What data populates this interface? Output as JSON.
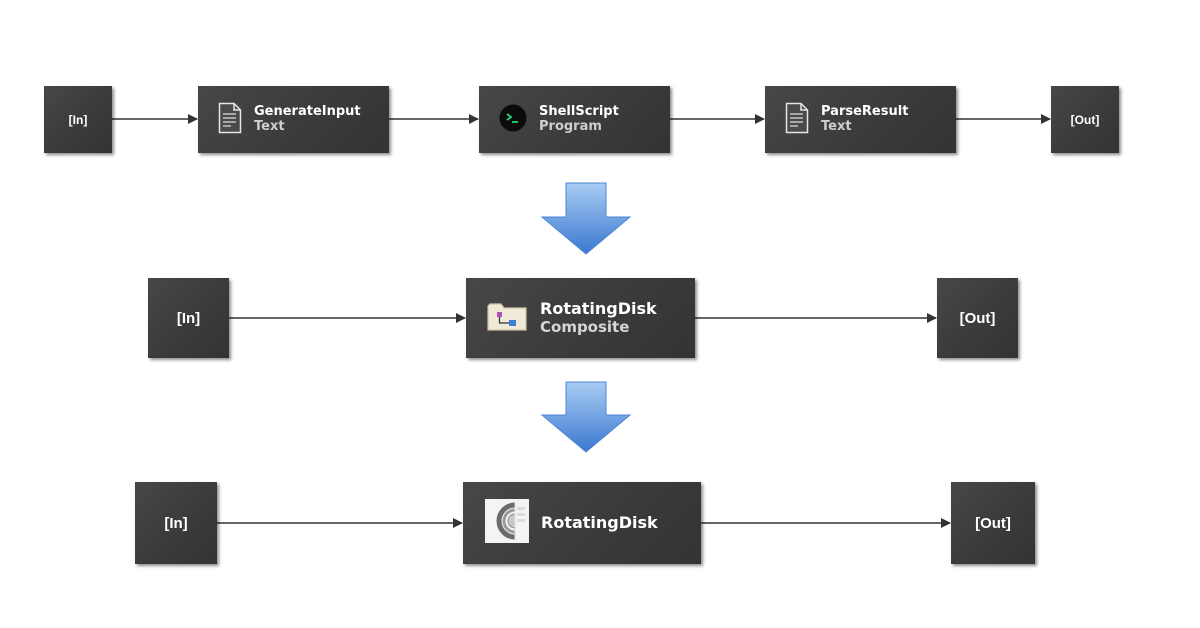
{
  "row1": {
    "in_label": "[In]",
    "out_label": "[Out]",
    "nodes": [
      {
        "title": "GenerateInput",
        "subtitle": "Text",
        "icon": "text-document-icon"
      },
      {
        "title": "ShellScript",
        "subtitle": "Program",
        "icon": "terminal-icon"
      },
      {
        "title": "ParseResult",
        "subtitle": "Text",
        "icon": "text-document-icon"
      }
    ]
  },
  "row2": {
    "in_label": "[In]",
    "out_label": "[Out]",
    "node": {
      "title": "RotatingDisk",
      "subtitle": "Composite",
      "icon": "composite-folder-icon"
    }
  },
  "row3": {
    "in_label": "[In]",
    "out_label": "[Out]",
    "node": {
      "title": "RotatingDisk",
      "icon": "rotating-disk-image-icon"
    }
  },
  "colors": {
    "node_background": "#3c3c3c",
    "arrow_stroke": "#333333",
    "transform_arrow_top": "#9ec4f0",
    "transform_arrow_bottom": "#3f7fd6"
  }
}
